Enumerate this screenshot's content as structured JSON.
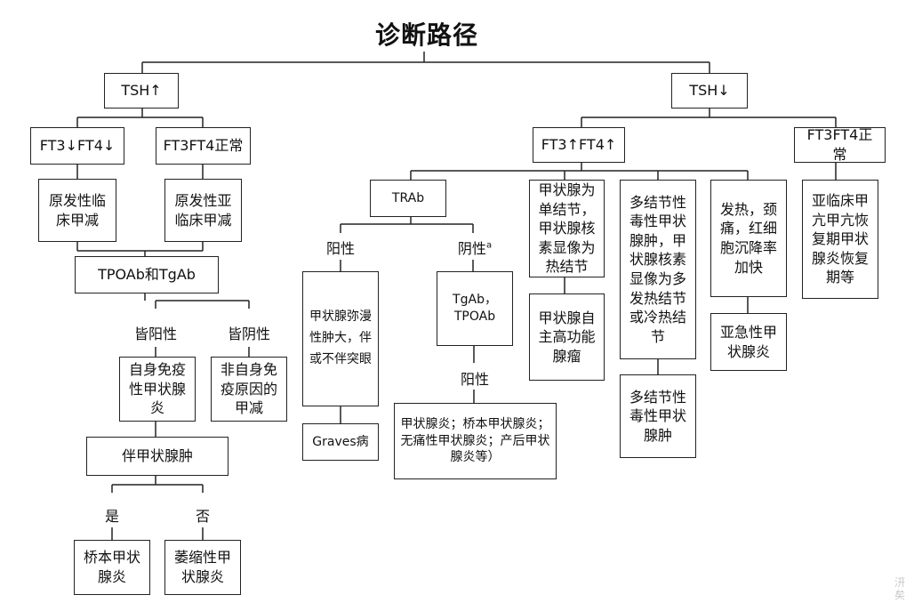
{
  "title": "诊断路径",
  "nodes": {
    "tsh_up": "TSH↑",
    "tsh_down": "TSH↓",
    "ft_low": "FT3↓FT4↓",
    "ft_normal_left": "FT3FT4正常",
    "primary_hypo": "原发性临床甲减",
    "subclinical_hypo": "原发性亚临床甲减",
    "tpoab_tgab": "TPOAb和TgAb",
    "autoimmune_thyroiditis": "自身免疫性甲状腺炎",
    "non_autoimmune": "非自身免疫原因的甲减",
    "with_goiter": "伴甲状腺肿",
    "hashimoto": "桥本甲状腺炎",
    "atrophic": "萎缩性甲状腺炎",
    "ft_high": "FT3↑FT4↑",
    "ft_normal_right": "FT3FT4正常",
    "trab": "TRAb",
    "diffuse_goiter": "甲状腺弥漫性肿大，伴或不伴突眼",
    "graves": "Graves病",
    "tgab_tpoab": "TgAb，TPOAb",
    "thyroiditis_list": "甲状腺炎；桥本甲状腺炎；无痛性甲状腺炎；产后甲状腺炎等）",
    "single_nodule": "甲状腺为单结节，甲状腺核素显像为热结节",
    "autonomous_adenoma": "甲状腺自主高功能腺瘤",
    "multinodular": "多结节性毒性甲状腺肿，甲状腺核素显像为多发热结节或冷热结节",
    "multinodular_toxic": "多结节性毒性甲状腺肿",
    "fever_pain": "发热，颈痛，红细胞沉降率加快",
    "subacute": "亚急性甲状腺炎",
    "subclinical_hyper": "亚临床甲亢甲亢恢复期甲状腺炎恢复期等"
  },
  "labels": {
    "all_positive": "皆阳性",
    "all_negative": "皆阴性",
    "yes": "是",
    "no": "否",
    "trab_positive": "阳性",
    "trab_negative": "阴性",
    "trab_negative_note": "a",
    "ab_positive": "阳性"
  },
  "watermark": "汧\n矣"
}
